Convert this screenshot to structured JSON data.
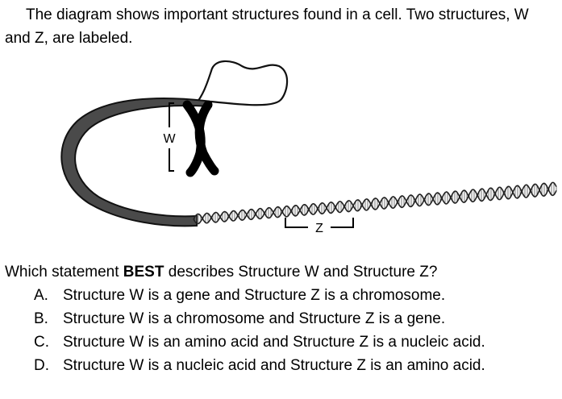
{
  "intro": "The diagram shows important structures found in a cell. Two structures, W and Z, are labeled.",
  "diagram": {
    "label_w": "W",
    "label_z": "Z"
  },
  "question": {
    "prefix": "Which statement ",
    "emphasis": "BEST",
    "suffix": " describes Structure W and Structure Z?"
  },
  "options": [
    {
      "letter": "A.",
      "text": "Structure W is a gene and Structure Z is a chromosome."
    },
    {
      "letter": "B.",
      "text": "Structure W is a chromosome and Structure Z is a gene."
    },
    {
      "letter": "C.",
      "text": "Structure W is an amino acid and Structure Z is a nucleic acid."
    },
    {
      "letter": "D.",
      "text": "Structure W is a nucleic acid and Structure Z is an amino acid."
    }
  ]
}
